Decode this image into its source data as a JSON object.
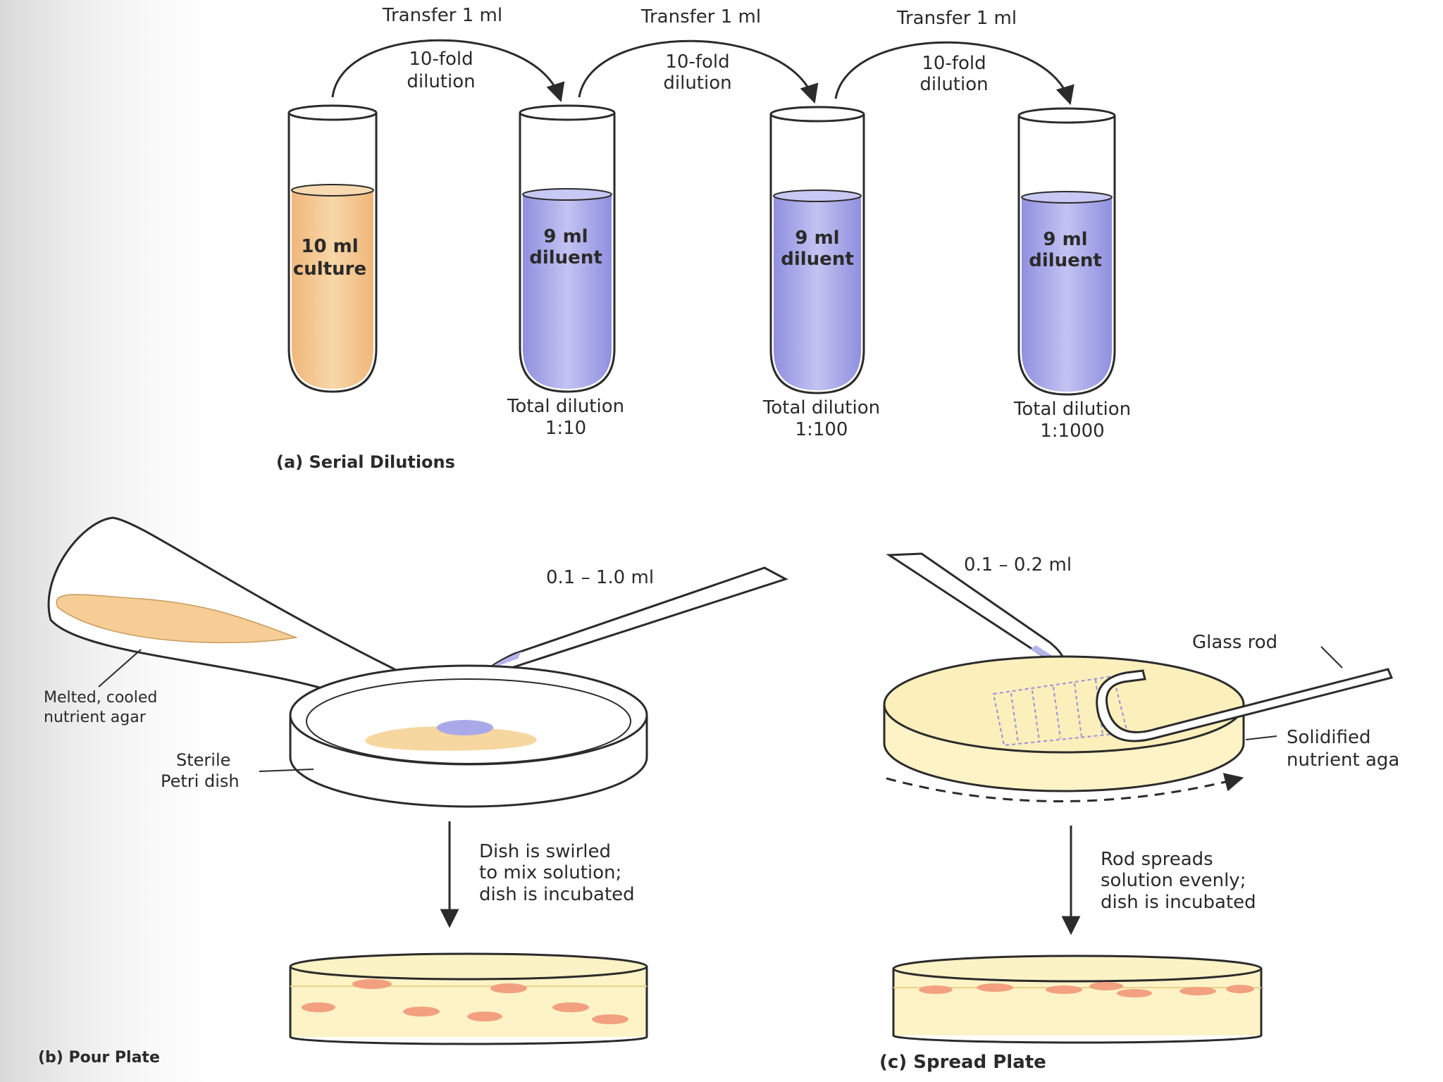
{
  "serial": {
    "transfer_1": "Transfer 1 ml",
    "transfer_2": "Transfer 1 ml",
    "transfer_3": "Transfer 1 ml",
    "fold_1": [
      "10-fold",
      "dilution"
    ],
    "fold_2": [
      "10-fold",
      "dilution"
    ],
    "fold_3": [
      "10-fold",
      "dilution"
    ],
    "tube_culture": [
      "10 ml",
      "culture"
    ],
    "tube_diluent_1": [
      "9 ml",
      "diluent"
    ],
    "tube_diluent_2": [
      "9 ml",
      "diluent"
    ],
    "tube_diluent_3": [
      "9 ml",
      "diluent"
    ],
    "total_1": [
      "Total dilution",
      "1:10"
    ],
    "total_2": [
      "Total dilution",
      "1:100"
    ],
    "total_3": [
      "Total dilution",
      "1:1000"
    ],
    "caption": "(a) Serial Dilutions"
  },
  "pour": {
    "volume": "0.1 – 1.0 ml",
    "agar_label": [
      "Melted, cooled",
      "nutrient agar"
    ],
    "dish_label": [
      "Sterile",
      "Petri dish"
    ],
    "step": [
      "Dish is swirled",
      "to mix solution;",
      "dish is incubated"
    ],
    "caption": "(b) Pour Plate"
  },
  "spread": {
    "volume": "0.1 – 0.2 ml",
    "rod_label": "Glass rod",
    "agar_label": [
      "Solidified",
      "nutrient aga"
    ],
    "step": [
      "Rod spreads",
      "solution evenly;",
      "dish is incubated"
    ],
    "caption": "(c) Spread Plate"
  },
  "colors": {
    "culture": "#f5c98e",
    "diluent": "#a3a3e8",
    "agar": "#fbeeb0",
    "colony": "#f2a080",
    "outline": "#2b2b2b"
  }
}
